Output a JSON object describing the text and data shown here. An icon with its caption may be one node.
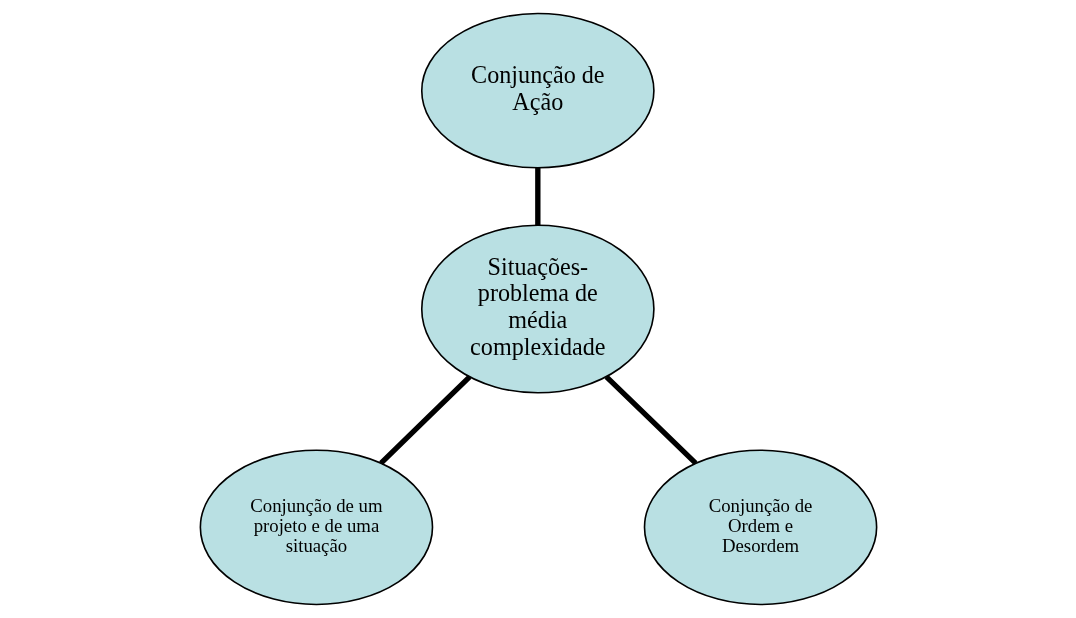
{
  "diagram": {
    "nodes": [
      {
        "text": [
          "Conjunção de Ação"
        ]
      },
      {
        "text": [
          "Situações-problema de média complexidade"
        ]
      },
      {
        "text": [
          "Conjunção de um projeto e de uma situação"
        ]
      },
      {
        "text": [
          "Conjunção de Ordem e Desordem"
        ]
      }
    ],
    "edges": [
      {
        "from": 1,
        "to": 0,
        "arrow": "none"
      },
      {
        "from": 1,
        "to": 2,
        "arrow": "none"
      },
      {
        "from": 1,
        "to": 3,
        "arrow": "none"
      }
    ]
  }
}
